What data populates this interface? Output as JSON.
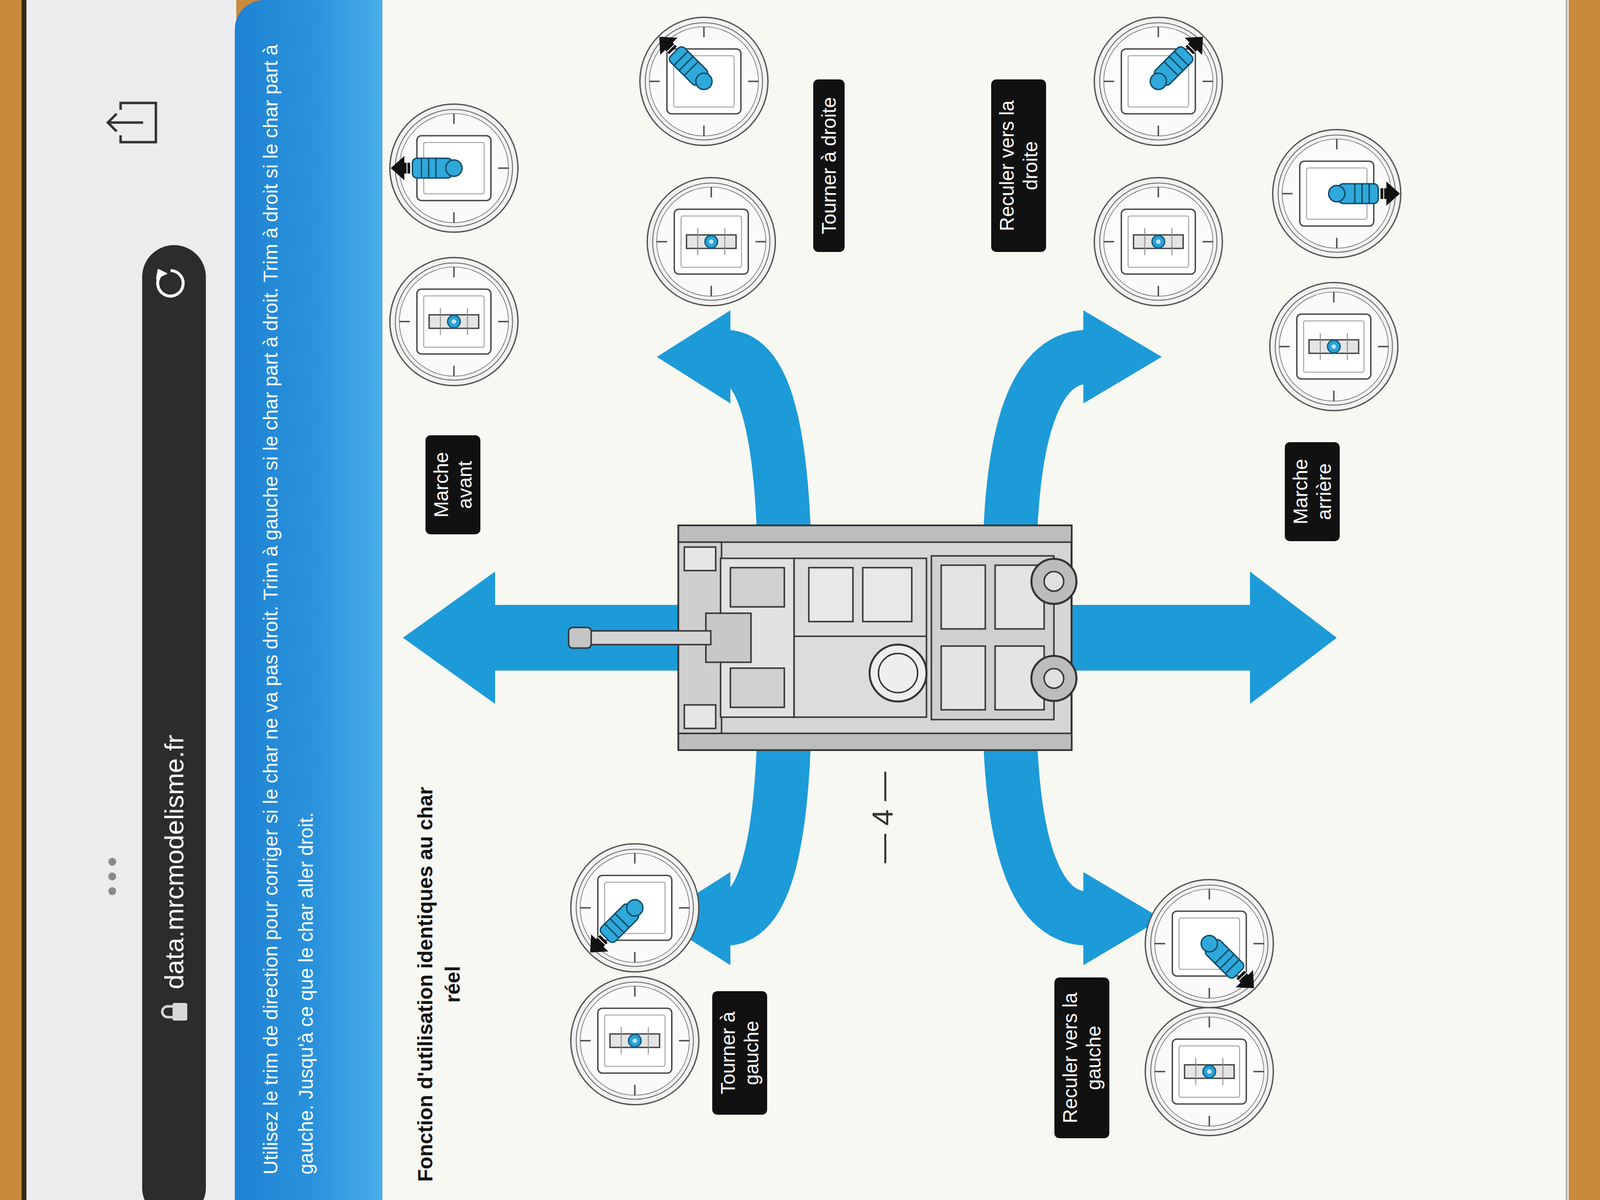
{
  "diagram": {
    "title": "Fonction d'utilisation identiques au char réel",
    "nodes": [
      {
        "text": [
          "data.mrcmodelisme.fr"
        ]
      },
      {
        "text": [
          "Utilisez le trim de direction pour corriger si le char ne va pas droit. Trim à gauche si le char part à droit. Trim à droit si le char part à gauche. Jusqu'à ce que le char aller droit."
        ]
      },
      {
        "text": [
          "Marche avant"
        ]
      },
      {
        "text": [
          "Tourner à gauche"
        ]
      },
      {
        "text": [
          "Tourner à droite"
        ]
      },
      {
        "text": [
          "Reculer vers la droite"
        ]
      },
      {
        "text": [
          "Reculer vers la gauche"
        ]
      },
      {
        "text": [
          "Marche arrière"
        ]
      }
    ],
    "labels": [
      "— 4 —"
    ]
  }
}
